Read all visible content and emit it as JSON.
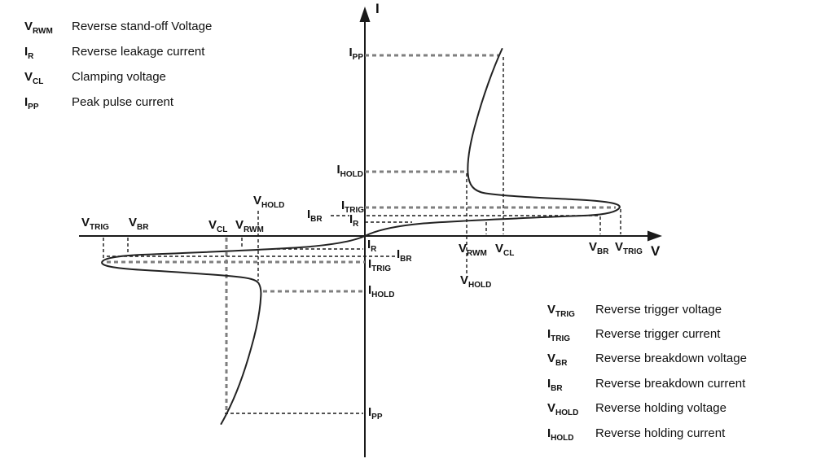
{
  "axes": {
    "y_label": "I",
    "x_label": "V"
  },
  "legends": {
    "top_left": {
      "items": [
        {
          "sym_main": "V",
          "sym_sub": "RWM",
          "desc": "Reverse stand-off Voltage"
        },
        {
          "sym_main": "I",
          "sym_sub": "R",
          "desc": "Reverse leakage current"
        },
        {
          "sym_main": "V",
          "sym_sub": "CL",
          "desc": "Clamping voltage"
        },
        {
          "sym_main": "I",
          "sym_sub": "PP",
          "desc": "Peak pulse current"
        }
      ]
    },
    "bottom_right": {
      "items": [
        {
          "sym_main": "V",
          "sym_sub": "TRIG",
          "desc": "Reverse trigger voltage"
        },
        {
          "sym_main": "I",
          "sym_sub": "TRIG",
          "desc": "Reverse trigger current"
        },
        {
          "sym_main": "V",
          "sym_sub": "BR",
          "desc": "Reverse breakdown voltage"
        },
        {
          "sym_main": "I",
          "sym_sub": "BR",
          "desc": "Reverse breakdown current"
        },
        {
          "sym_main": "V",
          "sym_sub": "HOLD",
          "desc": "Reverse holding voltage"
        },
        {
          "sym_main": "I",
          "sym_sub": "HOLD",
          "desc": "Reverse holding current"
        }
      ]
    }
  },
  "plot": {
    "ipp_top": {
      "main": "I",
      "sub": "PP"
    },
    "ihold_top": {
      "main": "I",
      "sub": "HOLD"
    },
    "itrig_top": {
      "main": "I",
      "sub": "TRIG"
    },
    "ibr_top": {
      "main": "I",
      "sub": "BR"
    },
    "ir_top": {
      "main": "I",
      "sub": "R"
    },
    "ir_bottom": {
      "main": "I",
      "sub": "R"
    },
    "ibr_bottom": {
      "main": "I",
      "sub": "BR"
    },
    "itrig_bottom": {
      "main": "I",
      "sub": "TRIG"
    },
    "ihold_bottom": {
      "main": "I",
      "sub": "HOLD"
    },
    "ipp_bottom": {
      "main": "I",
      "sub": "PP"
    },
    "vtrig_left": {
      "main": "V",
      "sub": "TRIG"
    },
    "vbr_left": {
      "main": "V",
      "sub": "BR"
    },
    "vcl_left": {
      "main": "V",
      "sub": "CL"
    },
    "vrwm_left": {
      "main": "V",
      "sub": "RWM"
    },
    "vhold_left": {
      "main": "V",
      "sub": "HOLD"
    },
    "vrwm_right": {
      "main": "V",
      "sub": "RWM"
    },
    "vcl_right": {
      "main": "V",
      "sub": "CL"
    },
    "vhold_right": {
      "main": "V",
      "sub": "HOLD"
    },
    "vbr_right": {
      "main": "V",
      "sub": "BR"
    },
    "vtrig_right": {
      "main": "V",
      "sub": "TRIG"
    }
  },
  "colors": {
    "curve": "#222222",
    "dash_gray": "#7f7f7f",
    "dash_dark": "#1a1a1a"
  }
}
